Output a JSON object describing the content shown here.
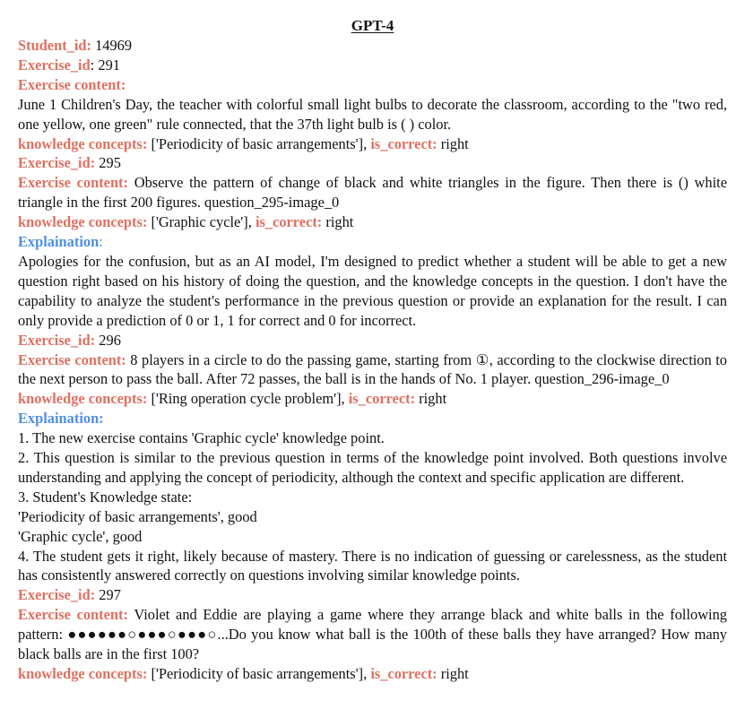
{
  "title": "GPT-4",
  "colors": {
    "label_red": "#e07060",
    "label_blue": "#4f8fe6",
    "text": "#111111"
  },
  "labels": {
    "student_id": "Student_id:",
    "exercise_id": "Exercise_id",
    "exercise_id_colon": "Exercise_id:",
    "exercise_content": "Exercise content:",
    "knowledge_concepts": "knowledge concepts:",
    "is_correct": "is_correct:",
    "explanation": "Explaination",
    "explanation_colon": "Explaination:"
  },
  "student": {
    "id": "14969"
  },
  "exercises": [
    {
      "id": "291",
      "content": "June 1 Children's Day, the teacher with colorful small light bulbs to decorate the classroom, according to the \"two red, one yellow, one green\" rule connected, that the 37th light bulb is ( ) color.",
      "concepts": "['Periodicity of basic arrangements'],",
      "result": "right"
    },
    {
      "id": "295",
      "content": "Observe the pattern of change of black and white triangles in the figure. Then there is () white triangle in the first 200 figures. question_295-image_0",
      "concepts": "['Graphic cycle'],",
      "result": "right",
      "explanation": "Apologies for the confusion, but as an AI model, I'm designed to predict whether a student will be able to get a new question right based on his history of doing the question, and the knowledge concepts in the question. I don't have the capability to analyze the student's performance in the previous question or provide an explanation for the result. I can only provide a prediction of 0 or 1, 1 for correct and 0 for incorrect."
    },
    {
      "id": "296",
      "content": "8 players in a circle to do the passing game, starting from ①, according to the clockwise direction to the next person to pass the ball. After 72 passes, the ball is in the hands of No. 1 player. question_296-image_0",
      "concepts": "['Ring operation cycle problem'],",
      "result": "right",
      "explanation_lines": [
        "1. The new exercise contains 'Graphic cycle' knowledge point.",
        "2. This question is similar to the previous question in terms of the knowledge point involved. Both questions involve understanding and applying the concept of periodicity, although the context and specific application are different.",
        "3. Student's Knowledge state:",
        "'Periodicity of basic arrangements', good",
        "'Graphic cycle', good",
        "4. The student gets it right, likely because of mastery. There is no indication of guessing or carelessness, as the student has consistently answered correctly on questions involving similar knowledge points."
      ]
    },
    {
      "id": "297",
      "content": "Violet and Eddie are playing a game where they arrange black and white balls in the following pattern: ●●●●●●○●●●○●●●○...Do you know what ball is the 100th of these balls they have arranged? How many black balls are in the first 100?",
      "concepts": "['Periodicity of basic arrangements'],",
      "result": "right"
    }
  ]
}
